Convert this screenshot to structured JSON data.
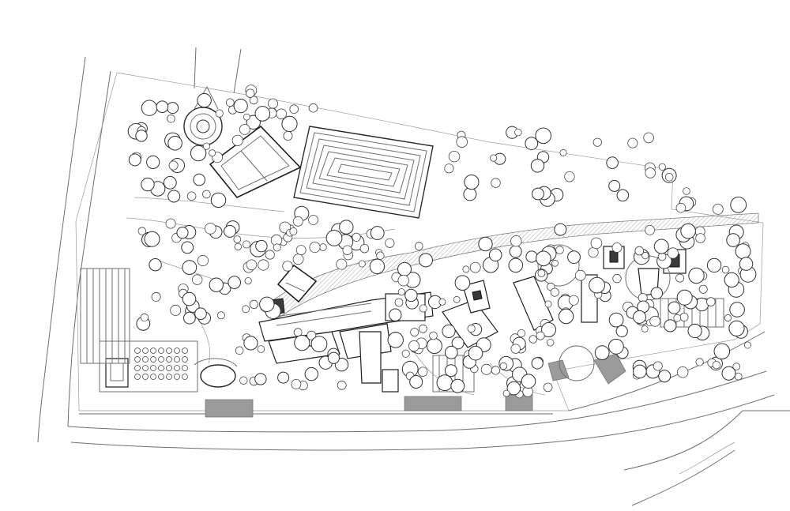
{
  "drawing": {
    "type": "site plan",
    "style": "black and white architectural line drawing",
    "features": [
      "tennis-court",
      "hedge-maze",
      "river",
      "buildings",
      "parking",
      "pools",
      "trees",
      "roads"
    ]
  }
}
